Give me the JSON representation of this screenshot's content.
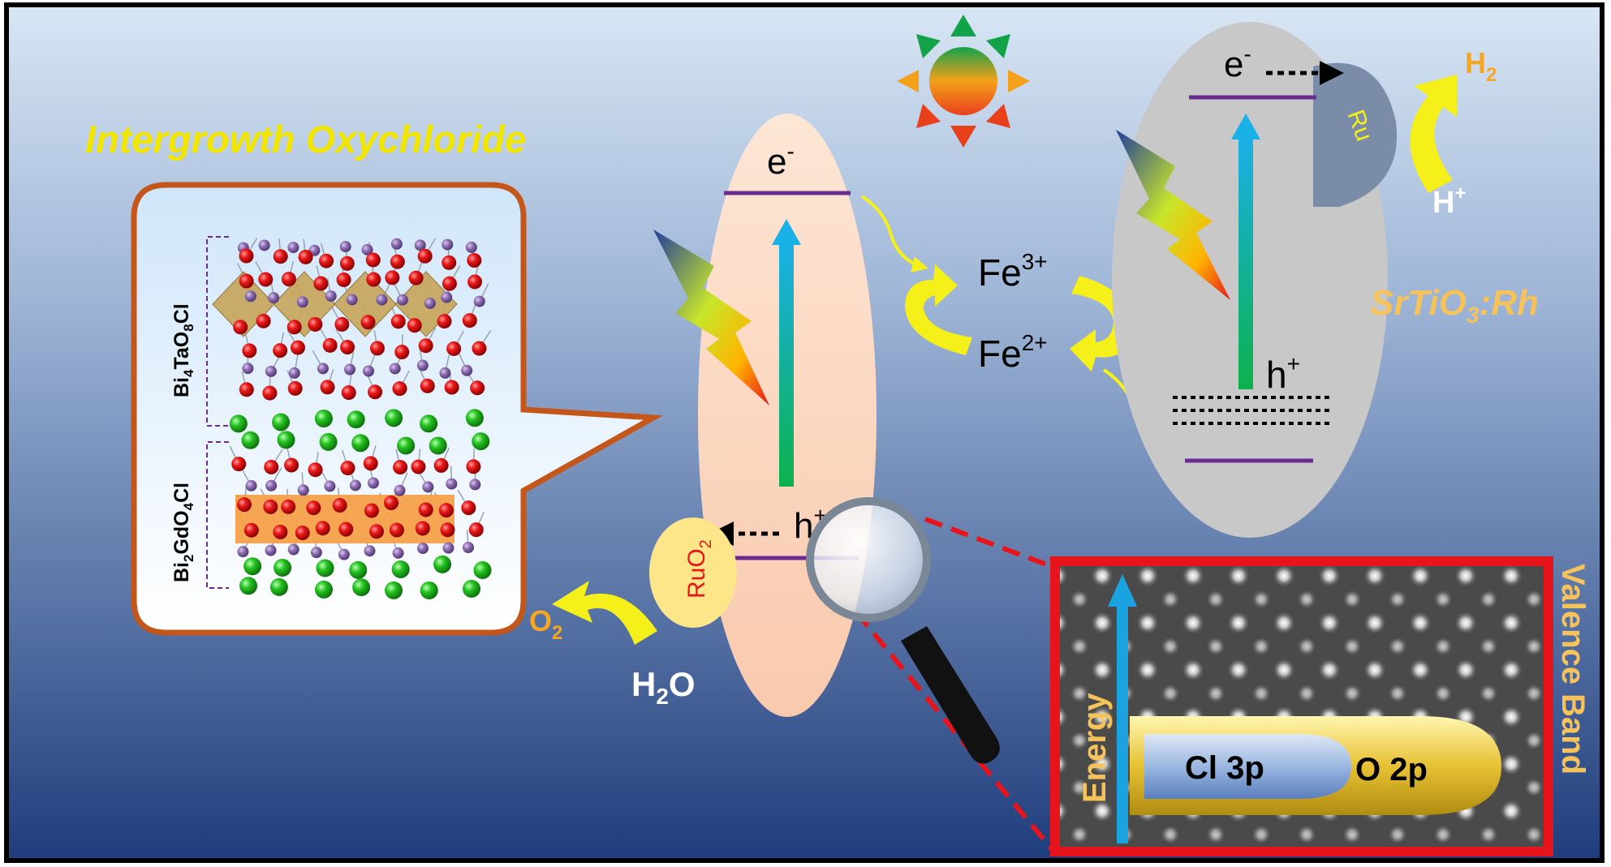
{
  "title": "Intergrowth Oxychloride",
  "crystal": {
    "top_layer": {
      "base": "Bi",
      "sub1": "4",
      "mid": "TaO",
      "sub2": "8",
      "tail": "Cl"
    },
    "bottom_layer": {
      "base": "Bi",
      "sub1": "2",
      "mid": "GdO",
      "sub2": "4",
      "tail": "Cl"
    }
  },
  "left_band": {
    "electron": "e",
    "electron_sup": "-",
    "hole": "h",
    "hole_sup": "+",
    "cocatalyst": "RuO",
    "cocatalyst_sub": "2",
    "product": "O",
    "product_sub": "2",
    "reactant_a": "H",
    "reactant_sub": "2",
    "reactant_b": "O"
  },
  "mediator": {
    "fe3": "Fe",
    "fe3_sup": "3+",
    "fe2": "Fe",
    "fe2_sup": "2+"
  },
  "right_band": {
    "electron": "e",
    "electron_sup": "-",
    "hole": "h",
    "hole_sup": "+",
    "cocatalyst": "Ru",
    "product": "H",
    "product_sub": "2",
    "reactant": "H",
    "reactant_sup": "+",
    "material_a": "SrTiO",
    "material_sub": "3",
    "material_b": ":Rh"
  },
  "inset": {
    "axis_label": "Energy",
    "cl_label": "Cl 3p",
    "o_label": "O 2p",
    "side_label": "Valence Band"
  },
  "colors": {
    "title": "#f2e600",
    "orange_label": "#f5a623",
    "gold_label": "#f5c35a",
    "left_band_fill": "#fbd9c3",
    "right_band_fill": "#c8c8c8",
    "level_line": "#6a2c91",
    "inset_border": "#e8141b",
    "energy_arrow": "#1aa3e0",
    "gradient_arrow_top": "#1ab0e8",
    "gradient_arrow_bottom": "#0db14b"
  }
}
